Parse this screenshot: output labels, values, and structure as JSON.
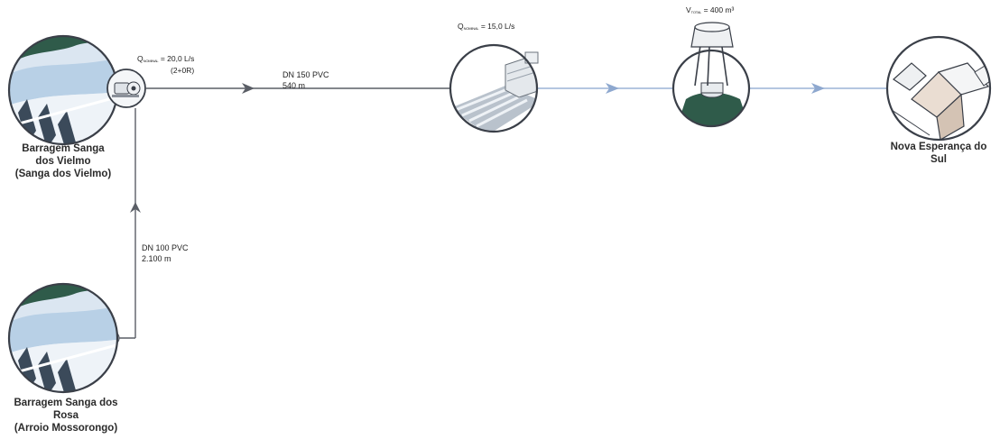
{
  "nodes": {
    "dam_vielmo": [
      "Barragem Sanga",
      "dos Vielmo",
      "(Sanga dos Vielmo)"
    ],
    "dam_rosa": [
      "Barragem Sanga dos",
      "Rosa",
      "(Arroio Mossorongo)"
    ],
    "city": [
      "Nova Esperança do",
      "Sul"
    ]
  },
  "pump": {
    "flow_symbol": "Q",
    "flow_sub": "NOMINAL",
    "flow_value": "= 20,0 L/s",
    "config": "(2+0R)"
  },
  "treatment": {
    "flow_symbol": "Q",
    "flow_sub": "NOMINAL",
    "flow_value": "= 15,0 L/s"
  },
  "reservoir": {
    "vol_symbol": "V",
    "vol_sub": "TOTAL",
    "vol_value": "= 400 m³"
  },
  "pipes": {
    "main": [
      "DN 150 PVC",
      "540 m"
    ],
    "branch": [
      "DN 100 PVC",
      "2.100 m"
    ]
  },
  "colors": {
    "pipe_gray": "#5a5e66",
    "pipe_blue": "#9bb3d6",
    "circle_border": "#3a3f48",
    "water": "#c4d9ec",
    "land": "#2f5b4a"
  }
}
